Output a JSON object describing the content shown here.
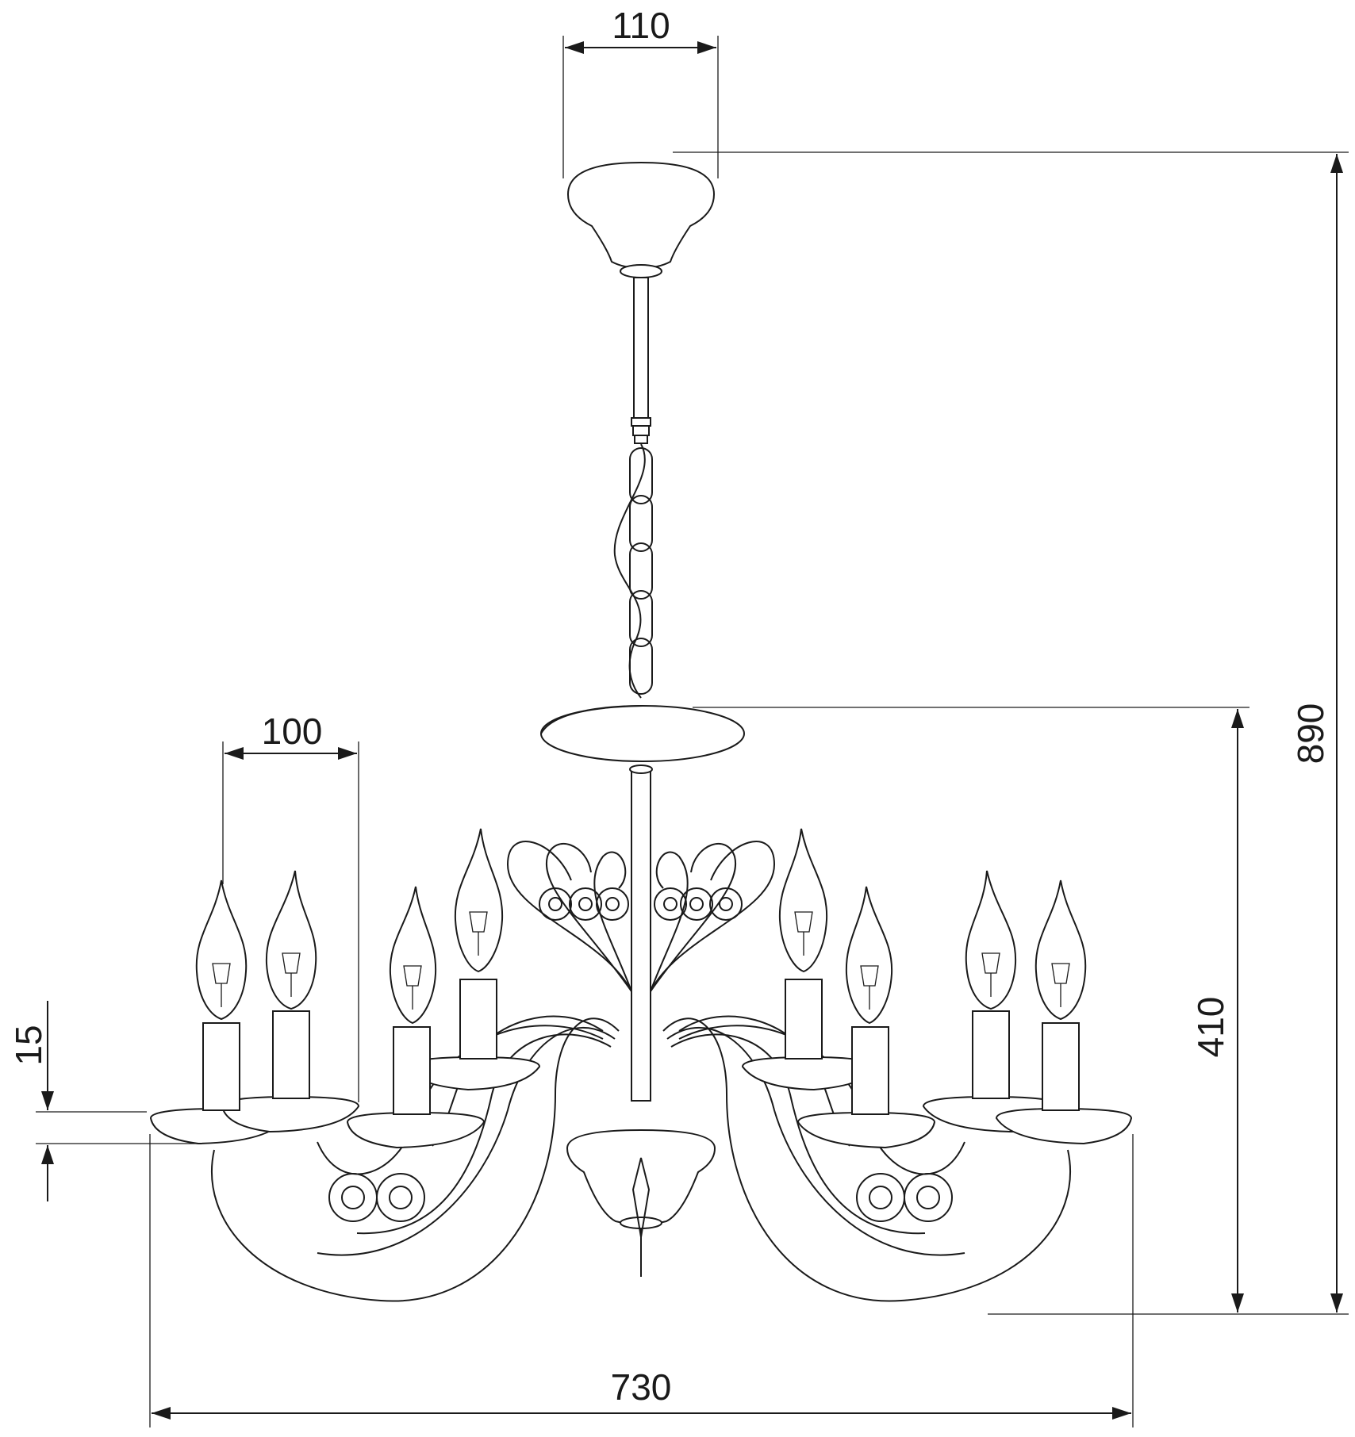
{
  "dimensions": {
    "canopy_width": "110",
    "arm_spacing": "100",
    "cup_height": "15",
    "body_height": "410",
    "total_height": "890",
    "total_width": "730"
  }
}
